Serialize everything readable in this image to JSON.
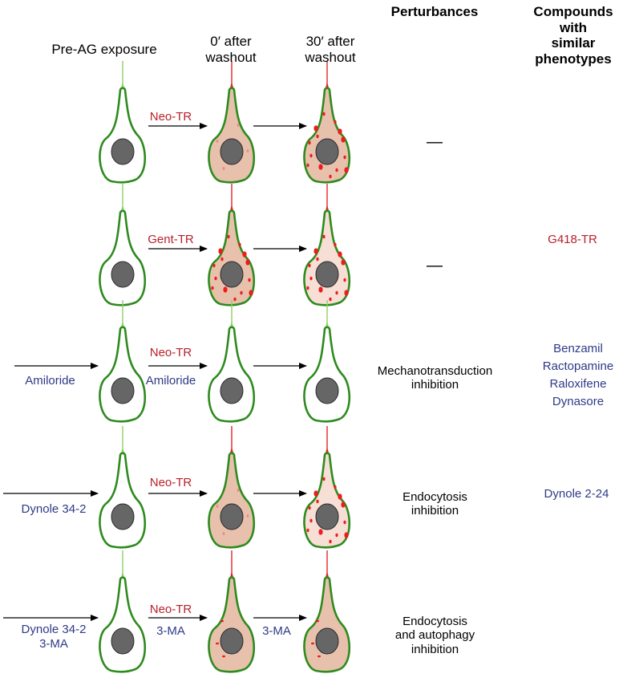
{
  "headers": {
    "pre_ag": "Pre-AG exposure",
    "t0": [
      "0′ after",
      "washout"
    ],
    "t30": [
      "30′ after",
      "washout"
    ],
    "perturbances": "Perturbances",
    "compounds": [
      "Compounds",
      "with",
      "similar",
      "phenotypes"
    ]
  },
  "rows": [
    {
      "pre_treatment": [],
      "treatment": [
        "Neo-TR"
      ],
      "cotreatment": [],
      "wash_treatment": [],
      "perturbance": [],
      "perturbance_dash": "—",
      "compounds": [],
      "compound_color": "red"
    },
    {
      "pre_treatment": [],
      "treatment": [
        "Gent-TR"
      ],
      "cotreatment": [],
      "wash_treatment": [],
      "perturbance": [],
      "perturbance_dash": "—",
      "compounds": [
        "G418-TR"
      ],
      "compound_color": "red"
    },
    {
      "pre_treatment": [
        "Amiloride"
      ],
      "treatment": [
        "Neo-TR"
      ],
      "cotreatment": [
        "Amiloride"
      ],
      "wash_treatment": [],
      "perturbance": [
        "Mechanotransduction",
        "inhibition"
      ],
      "perturbance_dash": "",
      "compounds": [
        "Benzamil",
        "Ractopamine",
        "Raloxifene",
        "Dynasore"
      ],
      "compound_color": "blue"
    },
    {
      "pre_treatment": [
        "Dynole 34-2"
      ],
      "treatment": [
        "Neo-TR"
      ],
      "cotreatment": [],
      "wash_treatment": [],
      "perturbance": [
        "Endocytosis",
        "inhibition"
      ],
      "perturbance_dash": "",
      "compounds": [
        "Dynole 2-24"
      ],
      "compound_color": "blue"
    },
    {
      "pre_treatment": [
        "Dynole 34-2",
        "3-MA"
      ],
      "treatment": [
        "Neo-TR"
      ],
      "cotreatment": [
        "3-MA"
      ],
      "wash_treatment": [
        "3-MA"
      ],
      "perturbance": [
        "Endocytosis",
        "and autophagy",
        "inhibition"
      ],
      "perturbance_dash": "",
      "compounds": [],
      "compound_color": "blue"
    }
  ],
  "cell_states": [
    [
      "clear",
      "diffuse",
      "punctate"
    ],
    [
      "clear",
      "punctate",
      "punctate-light"
    ],
    [
      "clear",
      "clear",
      "clear"
    ],
    [
      "clear",
      "diffuse-light",
      "punctate-light"
    ],
    [
      "clear",
      "diffuse-sparse",
      "diffuse-sparse"
    ]
  ],
  "colors": {
    "membrane": "#2e8b1e",
    "nucleus": "#666666",
    "diffuse_fill": "#e8c1ad",
    "punctate_fill": "#f7dfd6",
    "puncta": "#ee1c1c",
    "kinocilium_red": "#e0262b",
    "kinocilium_green": "#8ed06a",
    "drug_label": "#2e3a87",
    "aminoglycoside_label": "#b8212a"
  }
}
